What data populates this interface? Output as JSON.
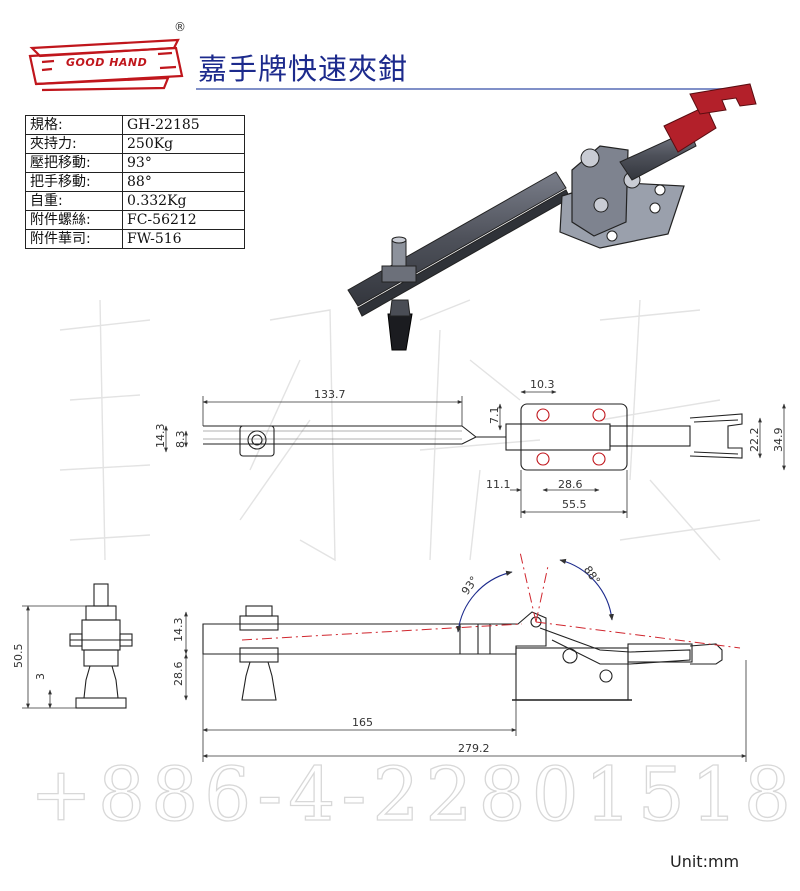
{
  "brand": {
    "logo_text": "GOOD HAND",
    "registered_mark": "®",
    "title": "嘉手牌快速夾鉗"
  },
  "specs": [
    {
      "label": "規格:",
      "value": "GH-22185"
    },
    {
      "label": "夾持力:",
      "value": "250Kg"
    },
    {
      "label": "壓把移動:",
      "value": "93°"
    },
    {
      "label": "把手移動:",
      "value": "88°"
    },
    {
      "label": "自重:",
      "value": "0.332Kg"
    },
    {
      "label": "附件螺絲:",
      "value": "FC-56212"
    },
    {
      "label": "附件華司:",
      "value": "FW-516"
    }
  ],
  "dimensions": {
    "top_view": {
      "length": "133.7",
      "width": "14.3",
      "bar_width": "8.3",
      "offset": "7.1",
      "hole_spacing_x": "10.3",
      "base_offset": "11.1",
      "hole_pitch": "28.6",
      "base_length": "55.5",
      "handle_width": "22.2",
      "overall_width": "34.9"
    },
    "side_view": {
      "height": "14.3",
      "base_height": "28.6",
      "reach": "165",
      "overall_length": "279.2",
      "bar_angle": "93°",
      "handle_angle": "88°"
    },
    "end_view": {
      "spindle_height": "50.5",
      "base_thickness": "3"
    }
  },
  "watermark": {
    "phone": "+886-4-22801518"
  },
  "unit_label": "Unit:mm",
  "colors": {
    "brand_red": "#c0161c",
    "title_blue": "#1c2a8c",
    "handle_red": "#b3202a",
    "steel": "#5b5e68"
  }
}
